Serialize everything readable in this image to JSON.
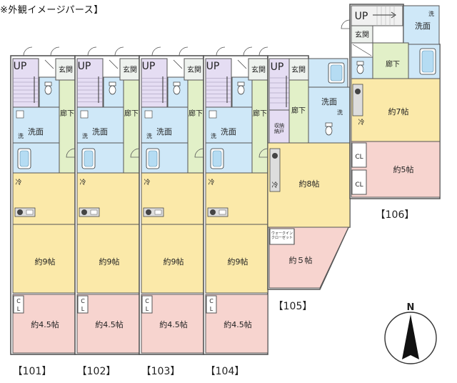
{
  "note": "※外観イメージパース】",
  "labels": {
    "up": "UP",
    "entrance": "玄関",
    "corridor": "廊下",
    "washroom": "洗面",
    "wash_mark": "洗",
    "fridge": "冷",
    "closet": "CL",
    "storage": "収納\n納戸",
    "walkin": "ウォークイン\nクローゼット"
  },
  "units": [
    {
      "id": "101",
      "label": "【101】",
      "main_room": "約9帖",
      "bed_room": "約4.5帖"
    },
    {
      "id": "102",
      "label": "【102】",
      "main_room": "約9帖",
      "bed_room": "約4.5帖"
    },
    {
      "id": "103",
      "label": "【103】",
      "main_room": "約9帖",
      "bed_room": "約4.5帖"
    },
    {
      "id": "104",
      "label": "【104】",
      "main_room": "約9帖",
      "bed_room": "約4.5帖"
    },
    {
      "id": "105",
      "label": "【105】",
      "main_room": "約8帖",
      "bed_room": "約５帖"
    },
    {
      "id": "106",
      "label": "【106】",
      "main_room": "約7帖",
      "bed_room": "約5帖"
    }
  ],
  "compass": {
    "north": "N"
  },
  "colors": {
    "living": "#fbe9a9",
    "bedroom": "#f7d4cf",
    "bath": "#cfe8f8",
    "stairs": "#e5ddf3",
    "corridor": "#e2f0c8",
    "wall": "#555555"
  }
}
